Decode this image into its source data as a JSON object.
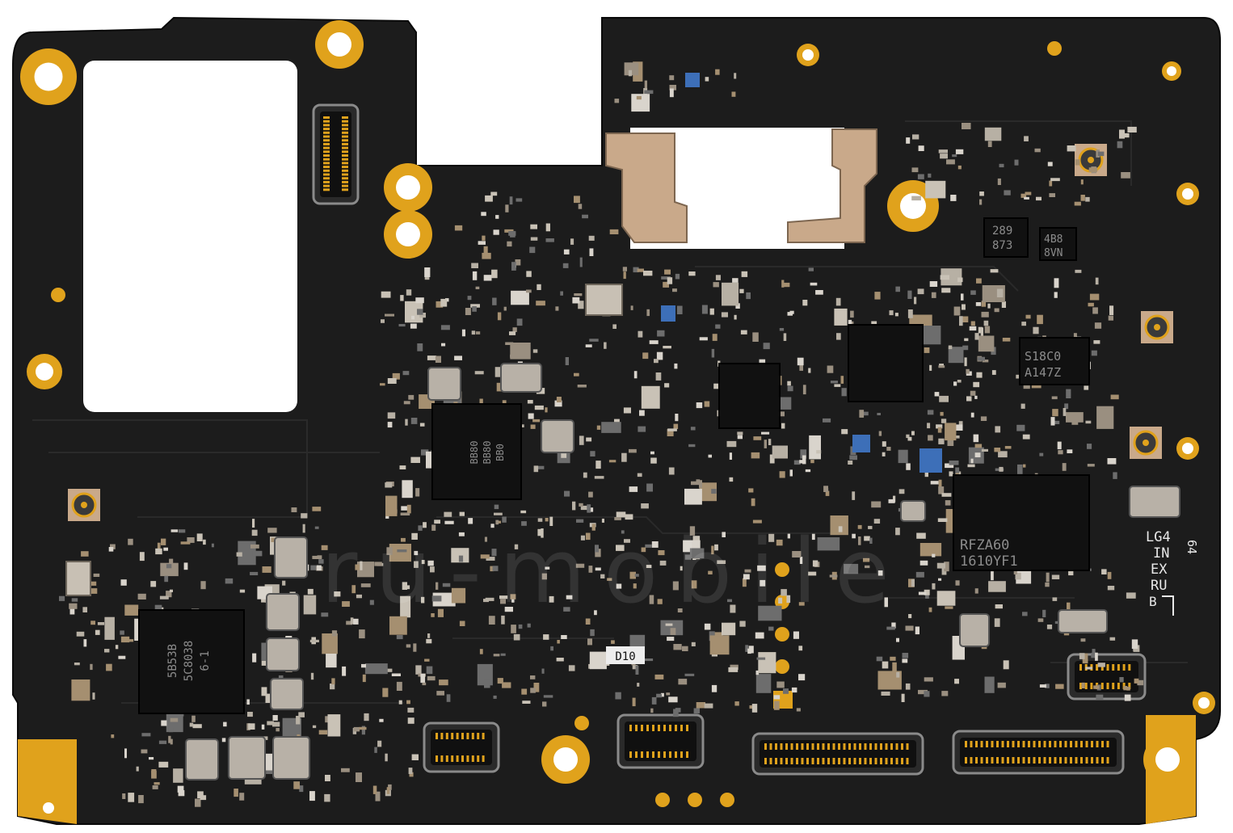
{
  "colors": {
    "board": "#1c1c1c",
    "board_dark": "#141414",
    "gold": "#e0a21c",
    "silk": "#e9e9e9",
    "shield": "#c9a98a",
    "chip": "#111111",
    "blue_part": "#3d6fb8"
  },
  "silkscreen": {
    "model_code": "LG4",
    "region_1": "IN",
    "region_2": "EX",
    "region_3": "RU",
    "rotated_code": "64",
    "revision_letter": "B",
    "diode_label": "D10"
  },
  "chip_markings": {
    "pmic": [
      "5B53B",
      "5C8038",
      "6-1"
    ],
    "cpu": [
      "BB80",
      "BB80",
      "BB0"
    ],
    "rf_transceiver": [
      "RFZA60",
      "1610YF1"
    ],
    "sensor_chip": [
      "S18C0",
      "A147Z"
    ],
    "amp_left": [
      "289",
      "873"
    ],
    "amp_right": [
      "4B8",
      "8VN"
    ]
  },
  "watermark": {
    "text": "ru-mobile"
  }
}
